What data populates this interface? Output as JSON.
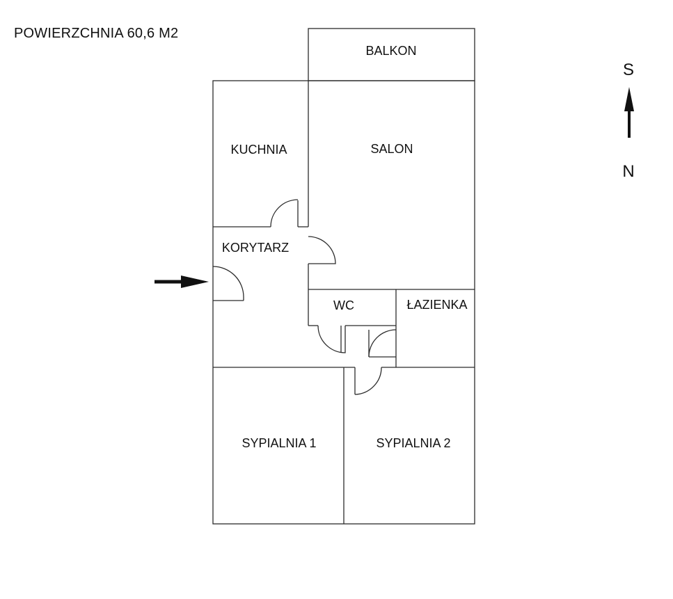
{
  "area_title": "POWIERZCHNIA 60,6 M2",
  "rooms": {
    "balkon": "BALKON",
    "kuchnia": "KUCHNIA",
    "salon": "SALON",
    "korytarz": "KORYTARZ",
    "wc": "WC",
    "lazienka": "ŁAZIENKA",
    "sypialnia1": "SYPIALNIA 1",
    "sypialnia2": "SYPIALNIA 2"
  },
  "compass": {
    "top": "S",
    "bottom": "N"
  },
  "colors": {
    "line": "#2b2b2b",
    "background": "#ffffff",
    "text": "#111111"
  }
}
